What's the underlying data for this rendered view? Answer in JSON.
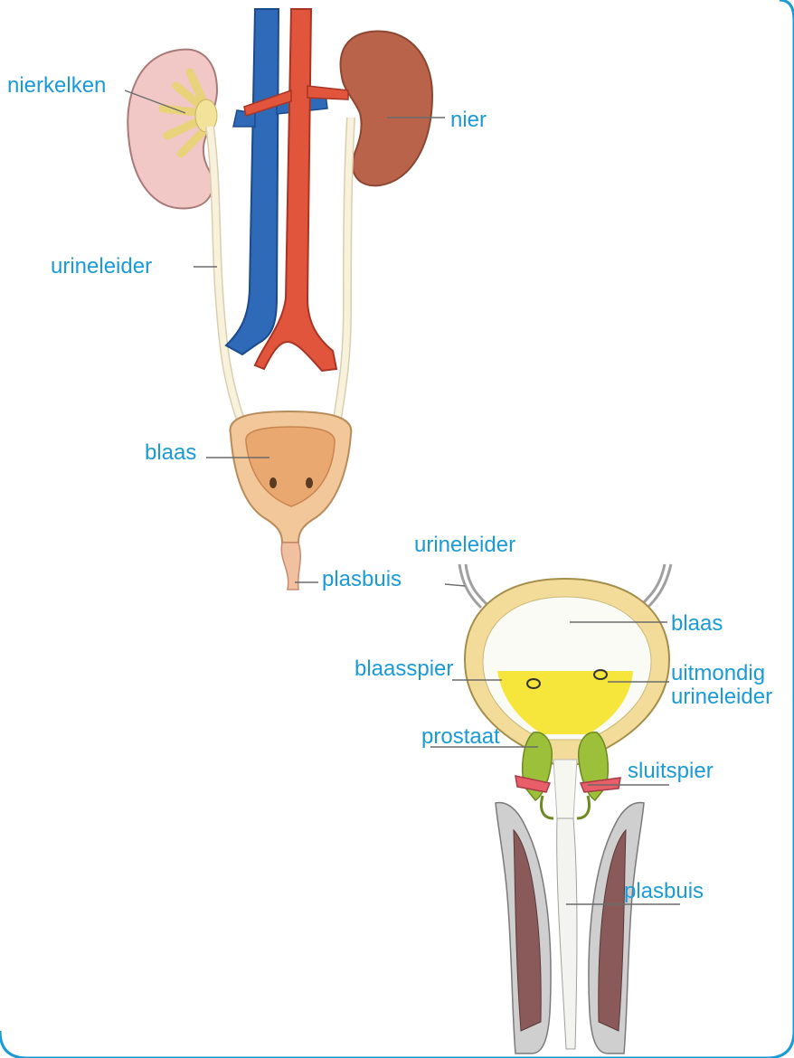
{
  "colors": {
    "label": "#1a9ad6",
    "frame": "#1a9ad6",
    "vein": "#2f6ab8",
    "artery": "#e0553c",
    "kidney": "#b9644a",
    "kidney_section": "#f1c8c6",
    "bladder_wall": "#f3dc9a",
    "urine": "#f6e53a",
    "prostate": "#9cc03a",
    "sphincter": "#e85f6a",
    "muscle": "#8a5a5a"
  },
  "labels": {
    "nierkelken": "nierkelken",
    "nier": "nier",
    "urineleider_top": "urineleider",
    "blaas_top": "blaas",
    "plasbuis_top": "plasbuis",
    "urineleider_bottom": "urineleider",
    "blaas_bottom": "blaas",
    "blaasspier": "blaasspier",
    "uitmondig_urineleider": "uitmondig urineleider",
    "prostaat": "prostaat",
    "sluitspier": "sluitspier",
    "plasbuis_bottom": "plasbuis"
  }
}
